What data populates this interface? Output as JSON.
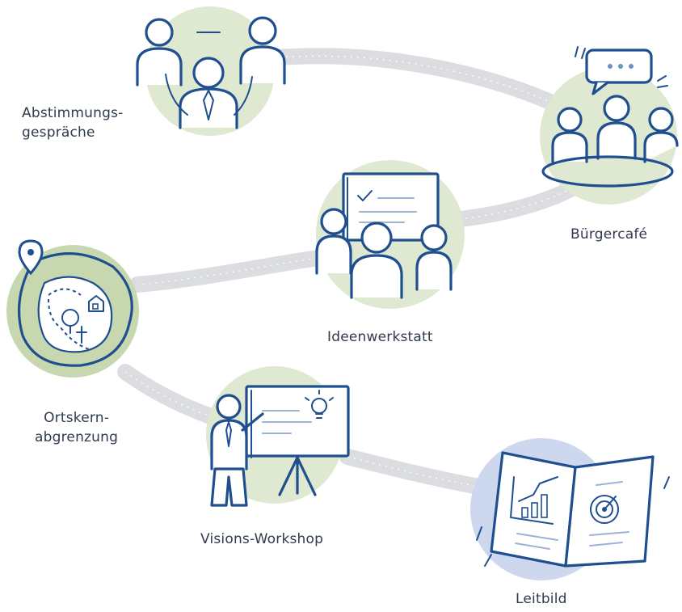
{
  "diagram": {
    "steps": [
      {
        "id": "abstimmung",
        "label_line1": "Abstimmungs-",
        "label_line2": "gespräche",
        "icon": "meeting-people-icon"
      },
      {
        "id": "buergercafe",
        "label": "Bürgercafé",
        "icon": "group-discussion-icon"
      },
      {
        "id": "ideenwerkstatt",
        "label": "Ideenwerkstatt",
        "icon": "workshop-board-icon"
      },
      {
        "id": "ortskern",
        "label_line1": "Ortskern-",
        "label_line2": "abgrenzung",
        "icon": "village-map-icon"
      },
      {
        "id": "visions",
        "label": "Visions-Workshop",
        "icon": "presenter-board-icon"
      },
      {
        "id": "leitbild",
        "label": "Leitbild",
        "icon": "open-document-icon"
      }
    ],
    "colors": {
      "circle_green": "#dfe8d0",
      "circle_green_dark": "#c7d8b0",
      "circle_blue": "#cdd8ef",
      "path_gray": "#dcdde0",
      "ink_blue": "#1f4f8f",
      "label_text": "#2f3a4c"
    }
  }
}
